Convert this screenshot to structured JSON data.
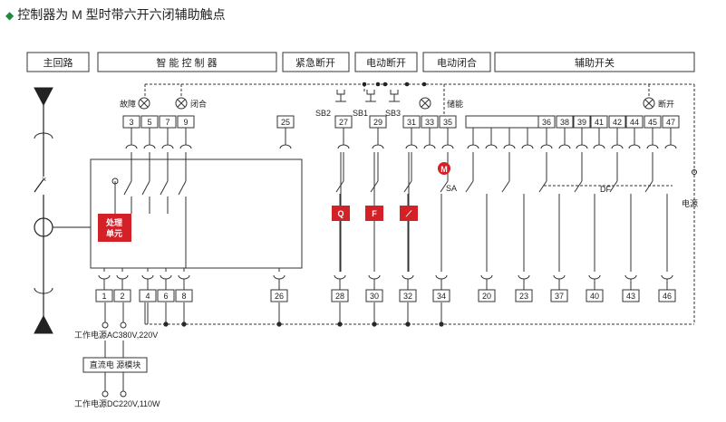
{
  "title": "控制器为 M 型时带六开六闭辅助触点",
  "headers": [
    "主回路",
    "智 能 控 制 器",
    "紧急断开",
    "电动断开",
    "电动闭合",
    "辅助开关"
  ],
  "lamp_labels": {
    "fault": "故障",
    "close": "闭合",
    "open": "断开"
  },
  "top_terminals": [
    "3",
    "5",
    "7",
    "9",
    "25",
    "27",
    "29",
    "31",
    "33",
    "35",
    "36",
    "38",
    "39",
    "41",
    "42",
    "44",
    "45",
    "47"
  ],
  "bottom_terminals": [
    "1",
    "2",
    "4",
    "6",
    "8",
    "26",
    "28",
    "30",
    "32",
    "34",
    "20",
    "23",
    "37",
    "40",
    "43",
    "46"
  ],
  "switch_labels": [
    "SB2",
    "SB1",
    "SB3"
  ],
  "energy_label": "储能",
  "sa_label": "SA",
  "motor_label": "M",
  "df_label": "DF",
  "power_label": "电源",
  "unit_label": [
    "处理",
    "单元"
  ],
  "relay_boxes": [
    "Q",
    "F",
    "⟋"
  ],
  "supply_top": "工作电源AC380V,220V",
  "module": "直流电 源模块",
  "supply_bottom": "工作电源DC220V,110W",
  "colors": {
    "accent": "#d42027",
    "line": "#333333"
  }
}
